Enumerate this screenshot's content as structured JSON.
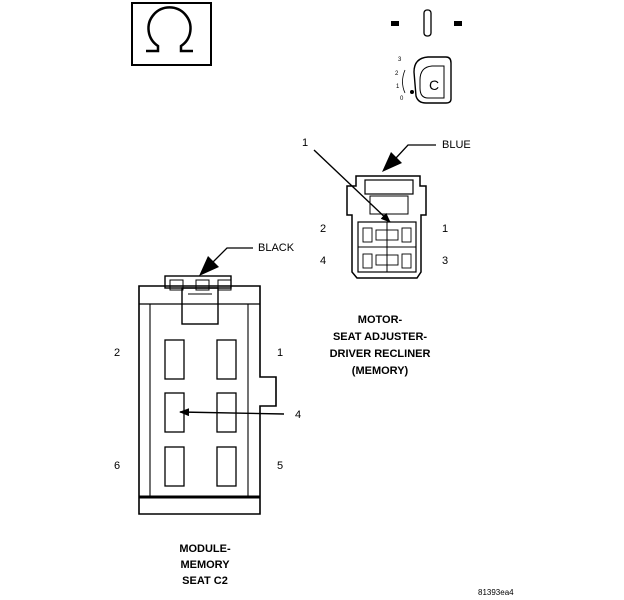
{
  "motor_connector": {
    "callout": "1",
    "wire_color": "BLUE",
    "pins": {
      "top_left": "2",
      "top_right": "1",
      "bottom_left": "4",
      "bottom_right": "3"
    },
    "title_lines": [
      "MOTOR-",
      "SEAT ADJUSTER-",
      "DRIVER RECLINER",
      "(MEMORY)"
    ]
  },
  "module_connector": {
    "wire_color": "BLACK",
    "pins": {
      "top_left": "2",
      "top_right": "1",
      "bottom_left": "6",
      "bottom_right": "5"
    },
    "callout": "4",
    "title_lines": [
      "MODULE-",
      "MEMORY",
      "SEAT C2"
    ]
  },
  "key_dial": {
    "marks": [
      "3",
      "2",
      "1",
      "0"
    ],
    "face_letter": "C"
  },
  "figure_id": "81393ea4"
}
